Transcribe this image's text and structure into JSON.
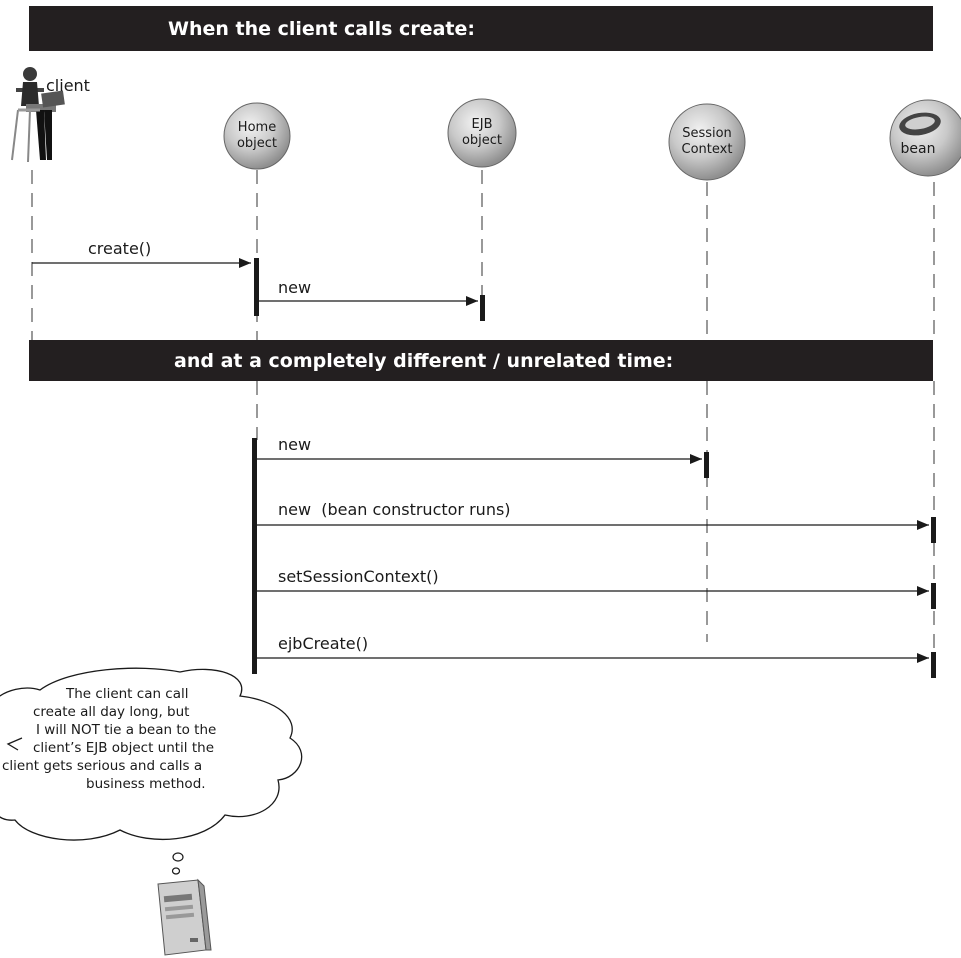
{
  "banners": {
    "top": "When the client calls create:",
    "middle": "and at a completely different / unrelated time:"
  },
  "participants": {
    "client": "client",
    "home": [
      "Home",
      "object"
    ],
    "ejb": [
      "EJB",
      "object"
    ],
    "context": [
      "Session",
      "Context"
    ],
    "bean": "bean"
  },
  "messages": {
    "create": "create()",
    "new_ejb": "new",
    "new_context": "new",
    "new_bean": "new  (bean constructor runs)",
    "set_context": "setSessionContext()",
    "ejb_create": "ejbCreate()"
  },
  "thought": {
    "lines": [
      "The client can call",
      "create all day long, but",
      "I will NOT tie a bean to the",
      "client’s EJB object until the",
      "client gets serious and calls a",
      "business method."
    ]
  },
  "icons": {
    "client": "person-with-laptop-icon",
    "server": "server-tower-icon",
    "bean": "bean-icon"
  }
}
